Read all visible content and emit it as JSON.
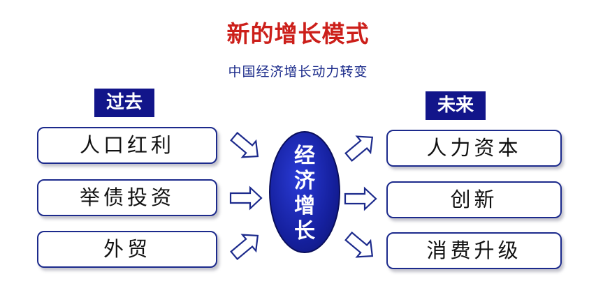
{
  "title": "新的增长模式",
  "subtitle": "中国经济增长动力转变",
  "past": {
    "header": "过去",
    "items": [
      "人口红利",
      "举债投资",
      "外贸"
    ]
  },
  "center": {
    "label": "经济增长",
    "chars": [
      "经",
      "济",
      "增",
      "长"
    ]
  },
  "future": {
    "header": "未来",
    "items": [
      "人力资本",
      "创新",
      "消费升级"
    ]
  },
  "colors": {
    "title": "#cc1f1a",
    "header_bg": "#12158a",
    "ellipse": "#15209e",
    "box_border": "#1c2a8c",
    "arrow_border": "#1c2a8c"
  }
}
